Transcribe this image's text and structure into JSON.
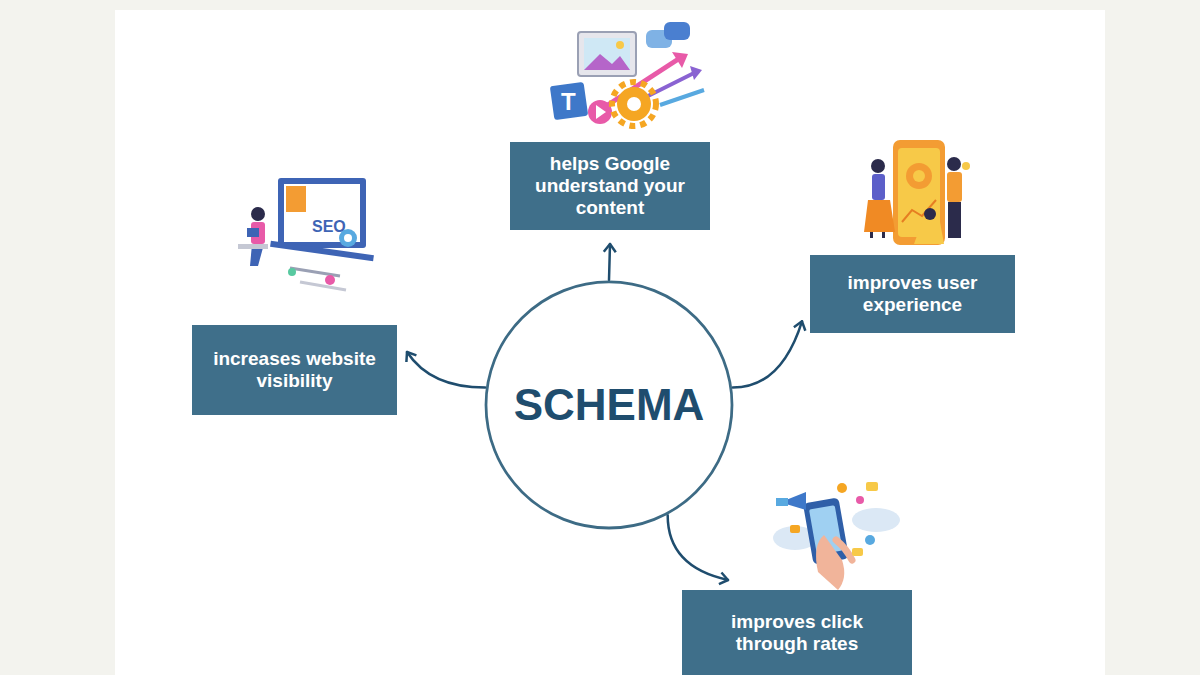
{
  "diagram": {
    "nodes": [
      {
        "text": [
          "helps Google understand your content"
        ]
      },
      {
        "text": [
          "improves user experience"
        ]
      },
      {
        "text": [
          "increases website visibility"
        ]
      },
      {
        "text": [
          "SCHEMA"
        ]
      },
      {
        "text": [
          "improves click through rates"
        ]
      }
    ],
    "edges": [
      {
        "from": 3,
        "to": 0,
        "arrow": "to"
      },
      {
        "from": 3,
        "to": 1,
        "arrow": "to"
      },
      {
        "from": 3,
        "to": 2,
        "arrow": "to"
      },
      {
        "from": 3,
        "to": 4,
        "arrow": "to"
      }
    ],
    "labels": [
      "T",
      "SEO"
    ]
  }
}
